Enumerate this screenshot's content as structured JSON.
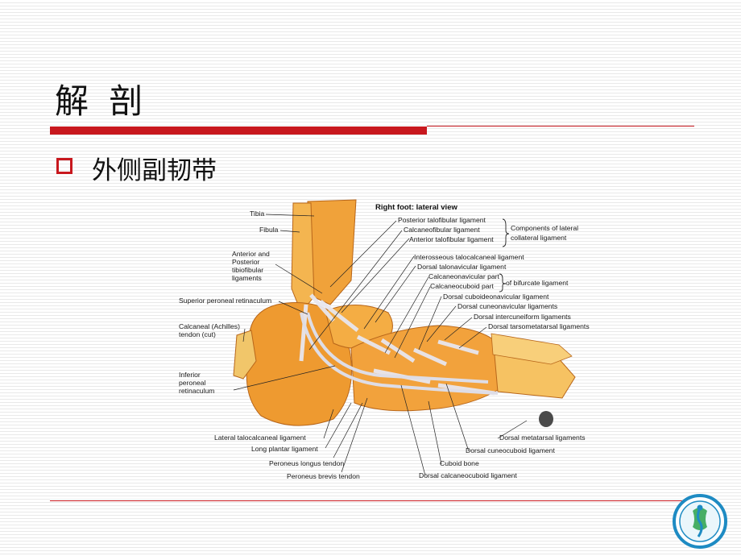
{
  "slide": {
    "title": "解 剖",
    "bullet": "外侧副韧带"
  },
  "colors": {
    "accent": "#c8181e",
    "bone": "#f0a23a",
    "ligament": "#e8e6ee",
    "logo_ring": "#1e8bc3",
    "logo_fill": "#2aa14a"
  },
  "figure": {
    "heading": "Right foot: lateral view",
    "labels_right": [
      "Posterior talofibular ligament",
      "Calcaneofibular ligament",
      "Anterior talofibular ligament",
      "Interosseous talocalcaneal ligament",
      "Dorsal talonavicular ligament",
      "Calcaneonavicular part",
      "Calcaneocuboid part",
      "Dorsal cuboideonavicular ligament",
      "Dorsal cuneonavicular ligaments",
      "Dorsal intercuneiform ligaments",
      "Dorsal tarsometatarsal ligaments",
      "Dorsal metatarsal ligaments",
      "Dorsal cuneocuboid ligament",
      "Cuboid bone",
      "Dorsal calcaneocuboid ligament"
    ],
    "bracket_notes": [
      "Components of lateral",
      "collateral ligament",
      "of bifurcate ligament"
    ],
    "labels_left": [
      "Tibia",
      "Fibula",
      "Anterior and",
      "Posterior",
      "tibiofibular",
      "ligaments",
      "Superior peroneal retinaculum",
      "Calcaneal (Achilles)",
      "tendon (cut)",
      "Inferior",
      "peroneal",
      "retinaculum"
    ],
    "labels_bottom": [
      "Lateral talocalcaneal ligament",
      "Long plantar ligament",
      "Peroneus longus tendon",
      "Peroneus brevis tendon"
    ]
  },
  "logo": {
    "icon": "hospital-logo-icon"
  }
}
